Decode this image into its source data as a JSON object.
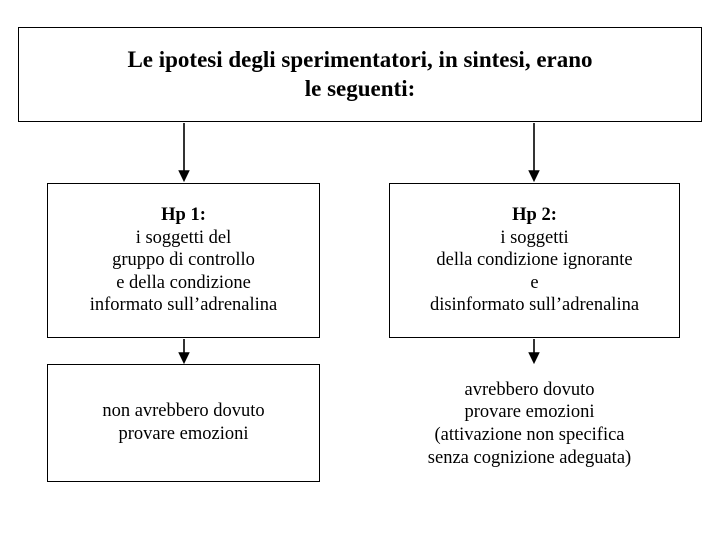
{
  "title": {
    "line1": "Le ipotesi degli sperimentatori, in sintesi, erano",
    "line2": "le seguenti:"
  },
  "hypotheses": [
    {
      "label": "Hp 1:",
      "lines": [
        "i soggetti del",
        "gruppo di controllo",
        "e della condizione",
        "informato sull’adrenalina"
      ]
    },
    {
      "label": "Hp 2:",
      "lines": [
        "i soggetti",
        "della condizione ignorante",
        "e",
        "disinformato sull’adrenalina"
      ]
    }
  ],
  "conclusions": [
    {
      "lines": [
        "non avrebbero dovuto",
        "provare emozioni"
      ]
    },
    {
      "lines": [
        "avrebbero dovuto",
        "provare emozioni",
        "(attivazione non specifica",
        "senza cognizione adeguata)"
      ]
    }
  ],
  "arrows": [
    {
      "name": "arrow-title-to-hp1"
    },
    {
      "name": "arrow-title-to-hp2"
    },
    {
      "name": "arrow-hp1-to-conclusion1"
    },
    {
      "name": "arrow-hp2-to-conclusion2"
    }
  ],
  "colors": {
    "stroke": "#000000",
    "background": "#ffffff",
    "text": "#000000"
  }
}
